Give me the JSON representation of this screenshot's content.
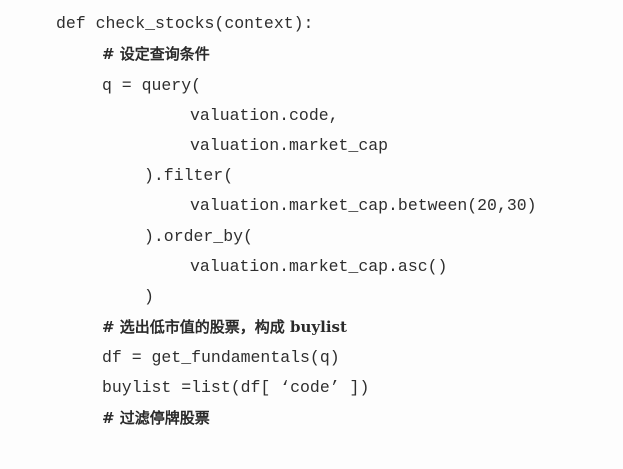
{
  "code_lines": [
    "def check_stocks(context):",
    "# 设定查询条件",
    "q = query(",
    "valuation.code,",
    "valuation.market_cap",
    ").filter(",
    "valuation.market_cap.between(20,30)",
    ").order_by(",
    "valuation.market_cap.asc()",
    ")",
    "# 选出低市值的股票，构成 buylist",
    "df = get_fundamentals(q)",
    "buylist =list(df[ ‘code’ ])",
    "# 过滤停牌股票"
  ]
}
